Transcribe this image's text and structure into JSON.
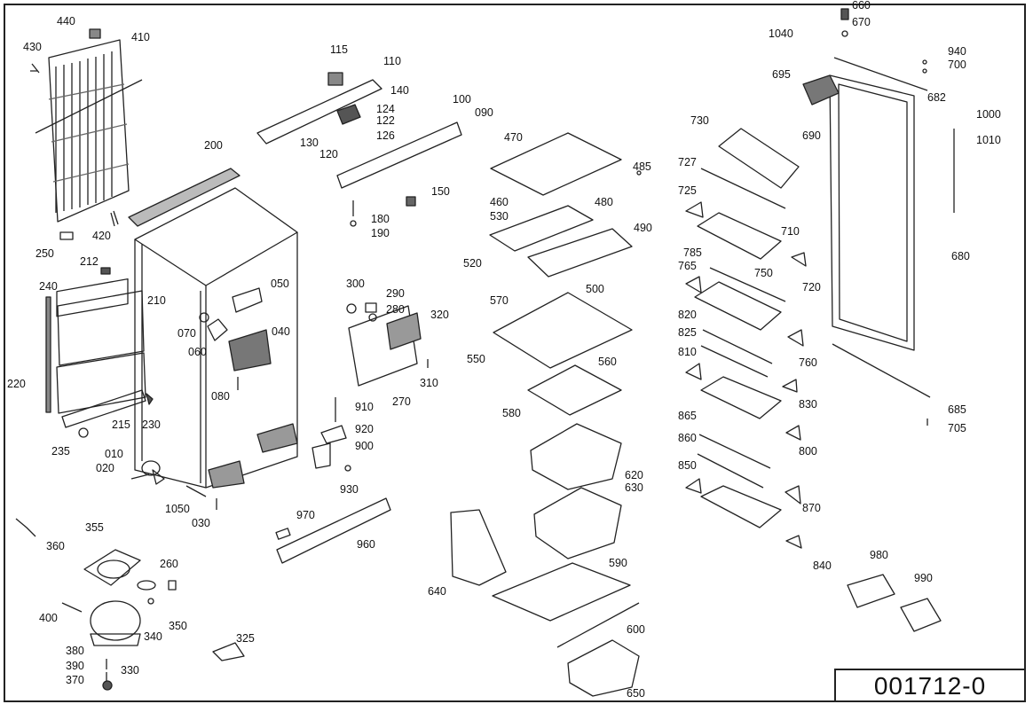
{
  "drawing_number": "001712-0",
  "labels": [
    "440",
    "410",
    "430",
    "420",
    "250",
    "212",
    "240",
    "210",
    "220",
    "215",
    "235",
    "230",
    "010",
    "020",
    "1050",
    "030",
    "200",
    "050",
    "070",
    "060",
    "040",
    "080",
    "115",
    "110",
    "140",
    "124",
    "122",
    "126",
    "130",
    "120",
    "100",
    "090",
    "150",
    "180",
    "190",
    "300",
    "290",
    "280",
    "320",
    "310",
    "270",
    "910",
    "920",
    "900",
    "930",
    "970",
    "960",
    "360",
    "355",
    "260",
    "400",
    "350",
    "340",
    "330",
    "380",
    "390",
    "370",
    "325",
    "470",
    "485",
    "460",
    "480",
    "530",
    "490",
    "520",
    "500",
    "570",
    "550",
    "560",
    "580",
    "620",
    "630",
    "590",
    "640",
    "600",
    "650",
    "730",
    "727",
    "725",
    "710",
    "785",
    "765",
    "750",
    "720",
    "820",
    "825",
    "810",
    "760",
    "830",
    "800",
    "865",
    "860",
    "850",
    "870",
    "840",
    "980",
    "990",
    "660",
    "670",
    "1040",
    "940",
    "700",
    "695",
    "682",
    "690",
    "1000",
    "1010",
    "680",
    "685",
    "705"
  ]
}
